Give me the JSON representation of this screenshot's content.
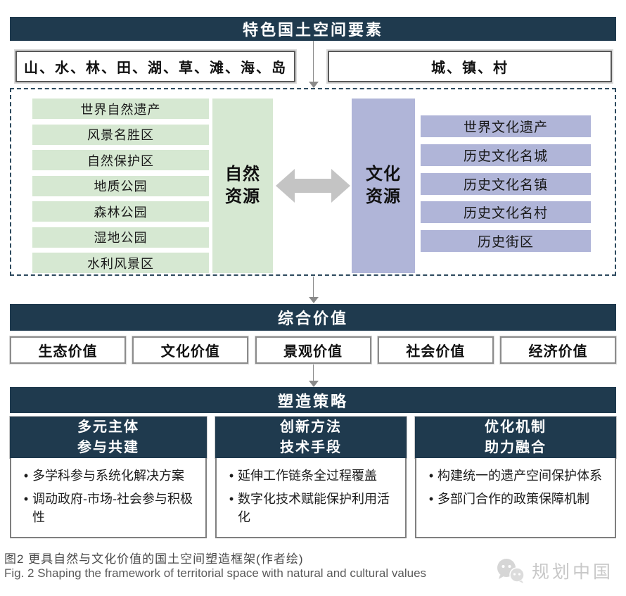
{
  "title_bar": "特色国土空间要素",
  "element_boxes": {
    "natural": "山、水、林、田、湖、草、滩、海、岛",
    "settlement": "城、镇、村"
  },
  "resources": {
    "natural": {
      "label": [
        "自然",
        "资源"
      ],
      "items": [
        "世界自然遗产",
        "风景名胜区",
        "自然保护区",
        "地质公园",
        "森林公园",
        "湿地公园",
        "水利风景区"
      ]
    },
    "cultural": {
      "label": [
        "文化",
        "资源"
      ],
      "items": [
        "世界文化遗产",
        "历史文化名城",
        "历史文化名镇",
        "历史文化名村",
        "历史街区"
      ]
    }
  },
  "values": {
    "title": "综合价值",
    "items": [
      "生态价值",
      "文化价值",
      "景观价值",
      "社会价值",
      "经济价值"
    ]
  },
  "strategies": {
    "title": "塑造策略",
    "columns": [
      {
        "header": [
          "多元主体",
          "参与共建"
        ],
        "bullets": [
          "多学科参与系统化解决方案",
          "调动政府-市场-社会参与积极性"
        ]
      },
      {
        "header": [
          "创新方法",
          "技术手段"
        ],
        "bullets": [
          "延伸工作链条全过程覆盖",
          "数字化技术赋能保护利用活化"
        ]
      },
      {
        "header": [
          "优化机制",
          "助力融合"
        ],
        "bullets": [
          "构建统一的遗产空间保护体系",
          "多部门合作的政策保障机制"
        ]
      }
    ]
  },
  "caption": {
    "zh": "图2  更具自然与文化价值的国土空间塑造框架(作者绘)",
    "en": "Fig. 2  Shaping the framework of territorial space with natural and cultural values"
  },
  "watermark": "规划中国",
  "colors": {
    "navy": "#1f3a4e",
    "green": "#d6e8d2",
    "purple": "#b0b5d8",
    "arrow-gray": "#c4c4c4",
    "line-gray": "#8a8a8a"
  }
}
